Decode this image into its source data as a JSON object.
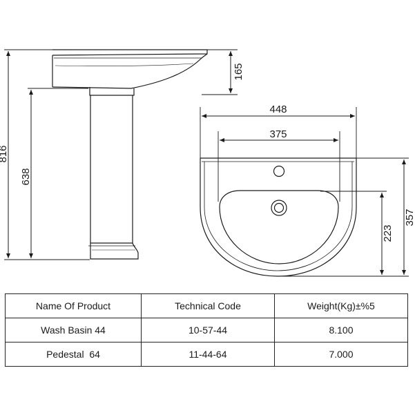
{
  "dimensions": {
    "overall_height": "816",
    "pedestal_height": "638",
    "basin_height": "165",
    "outer_width": "448",
    "bowl_width": "375",
    "depth": "357",
    "bowl_depth": "223"
  },
  "table": {
    "headers": [
      "Name Of Product",
      "Technical Code",
      "Weight(Kg)±%5"
    ],
    "rows": [
      [
        "Wash Basin 44",
        "10-57-44",
        "8.100"
      ],
      [
        "Pedestal  64",
        "11-44-64",
        "7.000"
      ]
    ]
  }
}
